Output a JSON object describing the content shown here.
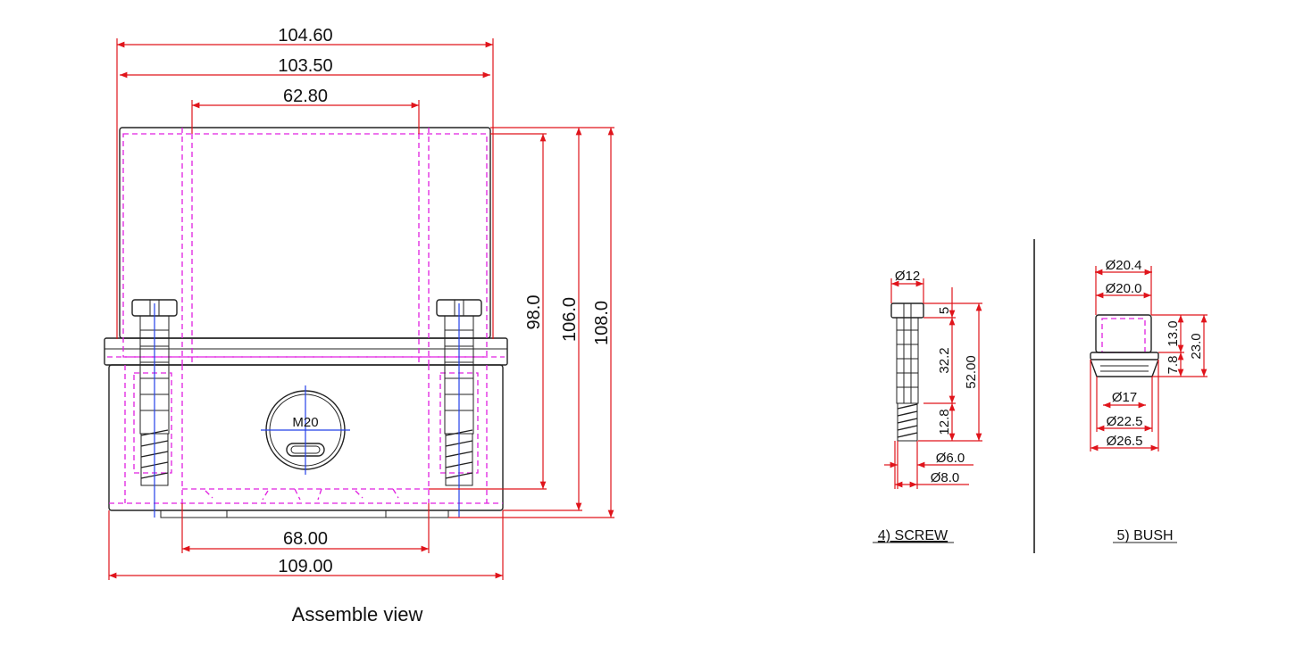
{
  "assembly": {
    "caption": "Assemble view",
    "dims": {
      "width_top_outer": "104.60",
      "width_top_inner": "103.50",
      "width_window": "62.80",
      "height_98": "98.0",
      "height_106": "106.0",
      "height_108": "108.0",
      "width_base_68": "68.00",
      "width_total": "109.00"
    },
    "gland_label": "M20"
  },
  "screw": {
    "caption": "4) SCREW",
    "dims": {
      "head_dia": "Ø12",
      "head_h": "5",
      "body_len": "32.2",
      "total_len": "52.00",
      "thread_len": "12.8",
      "d6": "Ø6.0",
      "d8": "Ø8.0"
    }
  },
  "bush": {
    "caption": "5) BUSH",
    "dims": {
      "d204": "Ø20.4",
      "d200": "Ø20.0",
      "h13": "13.0",
      "h78": "7.8",
      "h23": "23.0",
      "d17": "Ø17",
      "d225": "Ø22.5",
      "d265": "Ø26.5"
    }
  },
  "colors": {
    "dimension": "#e0141b",
    "hidden": "#e020e0",
    "centerline": "#2340e8",
    "outline": "#222222"
  }
}
